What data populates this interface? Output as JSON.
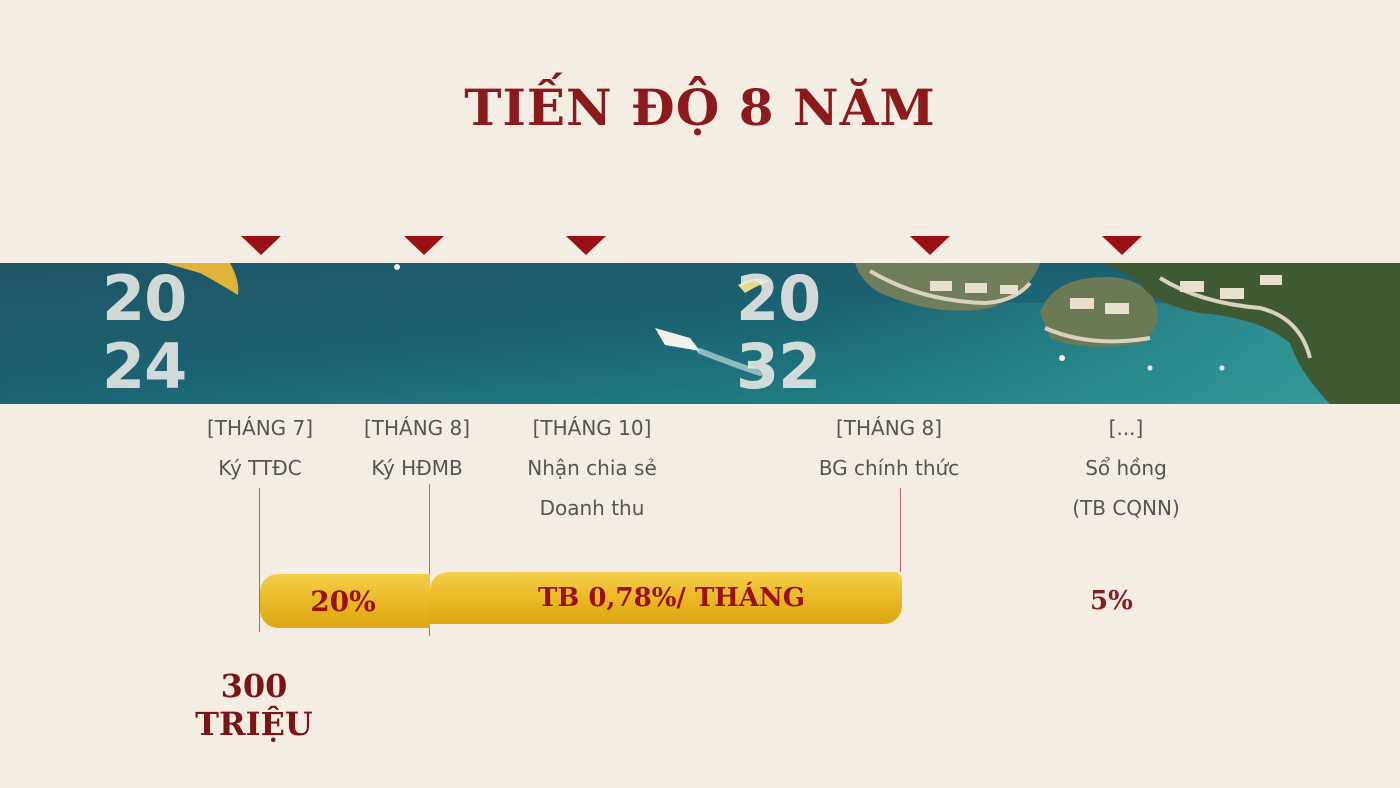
{
  "title": "TIẾN ĐỘ 8 NĂM",
  "colors": {
    "background": "#f3ede3",
    "title": "#8b1a1c",
    "marker": "#9b1014",
    "gold": "#e9b721",
    "sea": "#1d5a6a"
  },
  "band": {
    "year_start_top": "20",
    "year_start_bottom": "24",
    "year_end_top": "20",
    "year_end_bottom": "32"
  },
  "milestones": [
    {
      "line1": "[THÁNG 7]",
      "line2": "Ký TTĐC",
      "line3": ""
    },
    {
      "line1": "[THÁNG 8]",
      "line2": "Ký HĐMB",
      "line3": ""
    },
    {
      "line1": "[THÁNG 10]",
      "line2": "Nhận chia sẻ",
      "line3": "Doanh thu"
    },
    {
      "line1": "[THÁNG 8]",
      "line2": "BG chính thức",
      "line3": ""
    },
    {
      "line1": "[...]",
      "line2": "Sổ hồng",
      "line3": "(TB CQNN)"
    }
  ],
  "payments": {
    "first": "20%",
    "monthly": "TB 0,78%/ THÁNG",
    "final": "5%"
  },
  "deposit": {
    "line1": "300",
    "line2": "TRIỆU"
  }
}
